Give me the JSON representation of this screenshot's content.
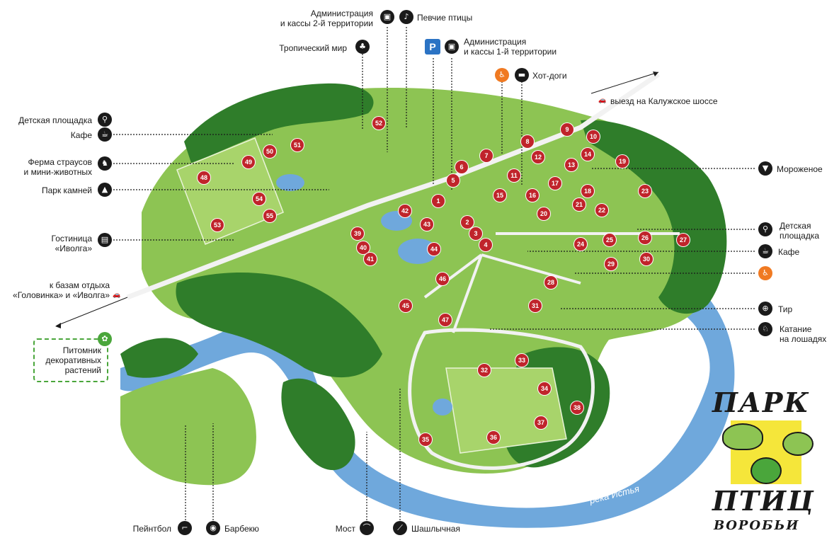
{
  "title_logo": {
    "line1": "ПАРК",
    "line2": "ПТИЦ",
    "line3": "ВОРОБЬИ"
  },
  "river_label": "река Истья",
  "labels": {
    "admin2": "Администрация\nи кассы 2-й территории",
    "songbirds": "Певчие птицы",
    "tropical": "Тропический мир",
    "admin1": "Администрация\nи кассы 1-й территории",
    "hotdogs": "Хот-доги",
    "exit_kaluga": "выезд на Калужское шоссе",
    "kids_left": "Детская площадка",
    "cafe_left": "Кафе",
    "ostrich": "Ферма страусов\nи мини-животных",
    "stones": "Парк камней",
    "hotel": "Гостиница\n«Иволга»",
    "bases": "к базам отдыха\n«Головинка» и «Иволга»",
    "nursery": "Питомник\nдекоративных\nрастений",
    "icecream": "Мороженое",
    "kids_right": "Детская\nплощадка",
    "cafe_right": "Кафе",
    "shooting": "Тир",
    "horses": "Катание\nна лошадях",
    "paintball": "Пейнтбол",
    "bbq": "Барбекю",
    "bridge": "Мост",
    "shashlik": "Шашлычная"
  },
  "icons": {
    "admin2": "ticket-office-icon",
    "songbirds": "bird-icon",
    "tropical": "palm-icon",
    "parking": "P",
    "admin1": "ticket-office-icon",
    "wc": "toilet-icon",
    "hotdogs": "hotdog-icon",
    "car": "car-icon",
    "kids": "bicycle-icon",
    "cafe": "cup-icon",
    "ostrich": "ostrich-icon",
    "stones": "stones-icon",
    "hotel": "bed-icon",
    "icecream": "icecream-icon",
    "shooting": "target-icon",
    "horses": "horse-icon",
    "paintball": "gun-icon",
    "bbq": "grill-icon",
    "bridge": "bridge-icon",
    "shashlik": "skewer-icon",
    "nursery": "sprout-icon"
  },
  "markers": [
    "1",
    "2",
    "3",
    "4",
    "5",
    "6",
    "7",
    "8",
    "9",
    "10",
    "11",
    "12",
    "13",
    "14",
    "15",
    "16",
    "17",
    "18",
    "19",
    "20",
    "21",
    "22",
    "23",
    "24",
    "25",
    "26",
    "27",
    "28",
    "29",
    "30",
    "31",
    "32",
    "33",
    "34",
    "35",
    "36",
    "37",
    "38",
    "39",
    "40",
    "41",
    "42",
    "43",
    "44",
    "45",
    "46",
    "47",
    "48",
    "49",
    "50",
    "51",
    "52",
    "53",
    "54",
    "55"
  ],
  "colors": {
    "grass": "#8dc453",
    "forest": "#2f7d2a",
    "river": "#6fa8dc",
    "marker": "#c0242b",
    "road": "#f2f2f2"
  }
}
